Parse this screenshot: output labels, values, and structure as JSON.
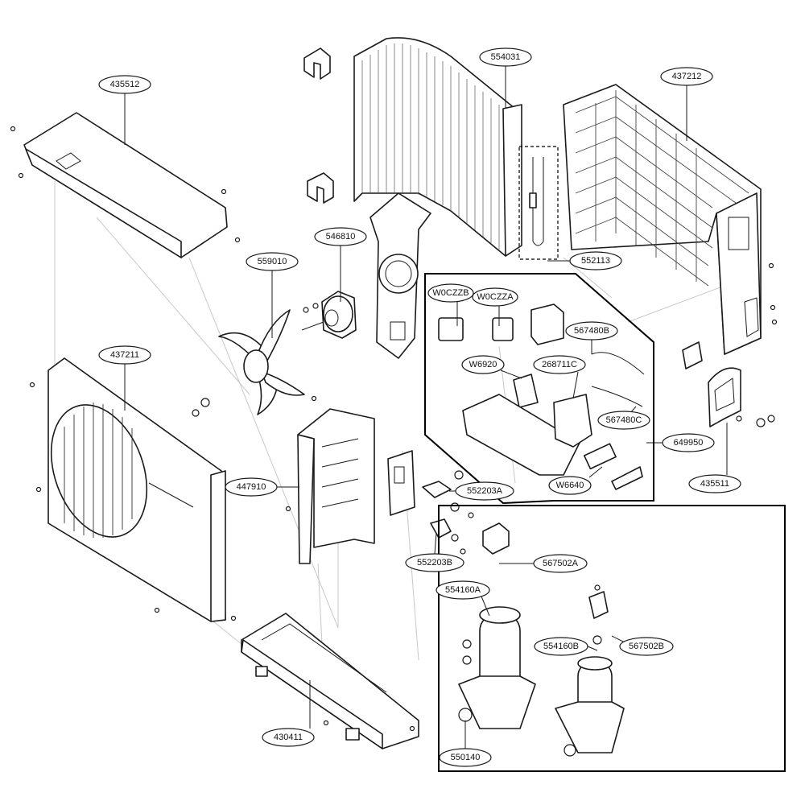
{
  "diagram": {
    "part_labels": {
      "p435512": "435512",
      "p554031": "554031",
      "p437212": "437212",
      "p546810": "546810",
      "p559010": "559010",
      "p552113": "552113",
      "pW0CZZB": "W0CZZB",
      "pW0CZZA": "W0CZZA",
      "p567480B": "567480B",
      "pW6920": "W6920",
      "p268711C": "268711C",
      "p567480C": "567480C",
      "p649950": "649950",
      "p437211": "437211",
      "p447910": "447910",
      "pW6640": "W6640",
      "p435511": "435511",
      "p552203A": "552203A",
      "p552203B": "552203B",
      "p567502A": "567502A",
      "p554160A": "554160A",
      "p554160B": "554160B",
      "p567502B": "567502B",
      "p430411": "430411",
      "p550140": "550140"
    }
  }
}
